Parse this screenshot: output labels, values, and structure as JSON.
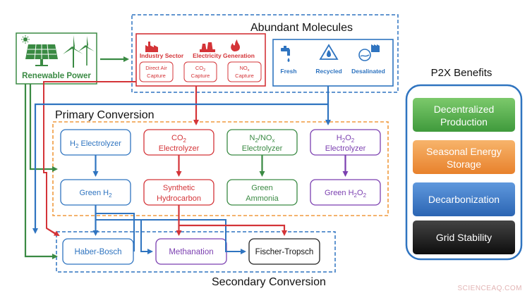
{
  "colors": {
    "green": "#3a8a43",
    "blue": "#2f74c0",
    "red": "#d43438",
    "purple": "#7b3fb0",
    "orange": "#f09a3e",
    "dashed_blue": "#2f74c0",
    "dashed_orange": "#f09a3e"
  },
  "renewable": {
    "label": "Renewable Power",
    "icons": [
      "solar-panel-icon",
      "sun-icon",
      "wind-turbine-icon"
    ]
  },
  "abundant": {
    "title": "Abundant Molecules",
    "industry": "Industry Sector",
    "electricity": "Electricity Generation",
    "direct_air_1": "Direct Air",
    "direct_air_2": "Capture",
    "co2_1": "CO",
    "co2_sub": "2",
    "co2_2": "Capture",
    "nox_1": "NO",
    "nox_sub": "x",
    "nox_2": "Capture",
    "fresh": "Fresh",
    "recycled": "Recycled",
    "desalinated": "Desalinated"
  },
  "primary": {
    "title": "Primary Conversion",
    "h2_el_pre": "H",
    "h2_el_sub": "2",
    "h2_el_post": " Electrolyzer",
    "co2_el_1": "CO",
    "co2_el_sub": "2",
    "co2_el_2": "Electrolyzer",
    "n2_el_1a": "N",
    "n2_el_1b": "2",
    "n2_el_1c": "/NO",
    "n2_el_1d": "x",
    "n2_el_2": "Electrolyzer",
    "h2o2_el_1a": "H",
    "h2o2_el_1b": "2",
    "h2o2_el_1c": "O",
    "h2o2_el_1d": "2",
    "h2o2_el_2": "Electrolyzer",
    "green_h2_pre": "Green H",
    "green_h2_sub": "2",
    "synth_1": "Synthetic",
    "synth_2": "Hydrocarbon",
    "ammonia_1": "Green",
    "ammonia_2": "Ammonia",
    "green_h2o2_pre": "Green H",
    "green_h2o2_s1": "2",
    "green_h2o2_mid": "O",
    "green_h2o2_s2": "2"
  },
  "secondary": {
    "title": "Secondary Conversion",
    "haber": "Haber-Bosch",
    "methanation": "Methanation",
    "fischer": "Fischer-Tropsch"
  },
  "benefits": {
    "title": "P2X Benefits",
    "decentral_1": "Decentralized",
    "decentral_2": "Production",
    "seasonal_1": "Seasonal Energy",
    "seasonal_2": "Storage",
    "decarb": "Decarbonization",
    "grid": "Grid Stability"
  },
  "watermark": "SCIENCEAQ.COM"
}
